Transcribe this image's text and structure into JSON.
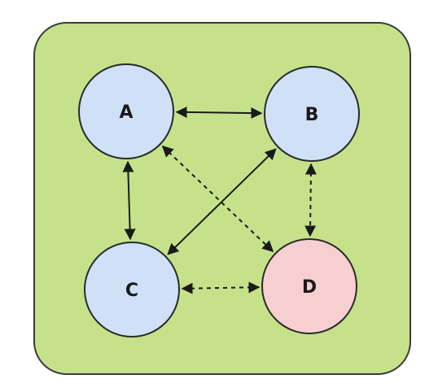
{
  "diagram": {
    "background_color": "#c5e28b",
    "background_border": "#3a3a3a",
    "nodes": [
      {
        "id": "A",
        "label": "A",
        "fill": "#cfe0f7"
      },
      {
        "id": "B",
        "label": "B",
        "fill": "#cfe0f7"
      },
      {
        "id": "C",
        "label": "C",
        "fill": "#cfe0f7"
      },
      {
        "id": "D",
        "label": "D",
        "fill": "#f7cfd0"
      }
    ],
    "edges": [
      {
        "from": "A",
        "to": "B",
        "style": "solid",
        "direction": "both"
      },
      {
        "from": "A",
        "to": "C",
        "style": "solid",
        "direction": "both"
      },
      {
        "from": "B",
        "to": "C",
        "style": "solid",
        "direction": "both"
      },
      {
        "from": "A",
        "to": "D",
        "style": "dashed",
        "direction": "both"
      },
      {
        "from": "B",
        "to": "D",
        "style": "dashed",
        "direction": "both"
      },
      {
        "from": "C",
        "to": "D",
        "style": "dashed",
        "direction": "both"
      }
    ]
  }
}
